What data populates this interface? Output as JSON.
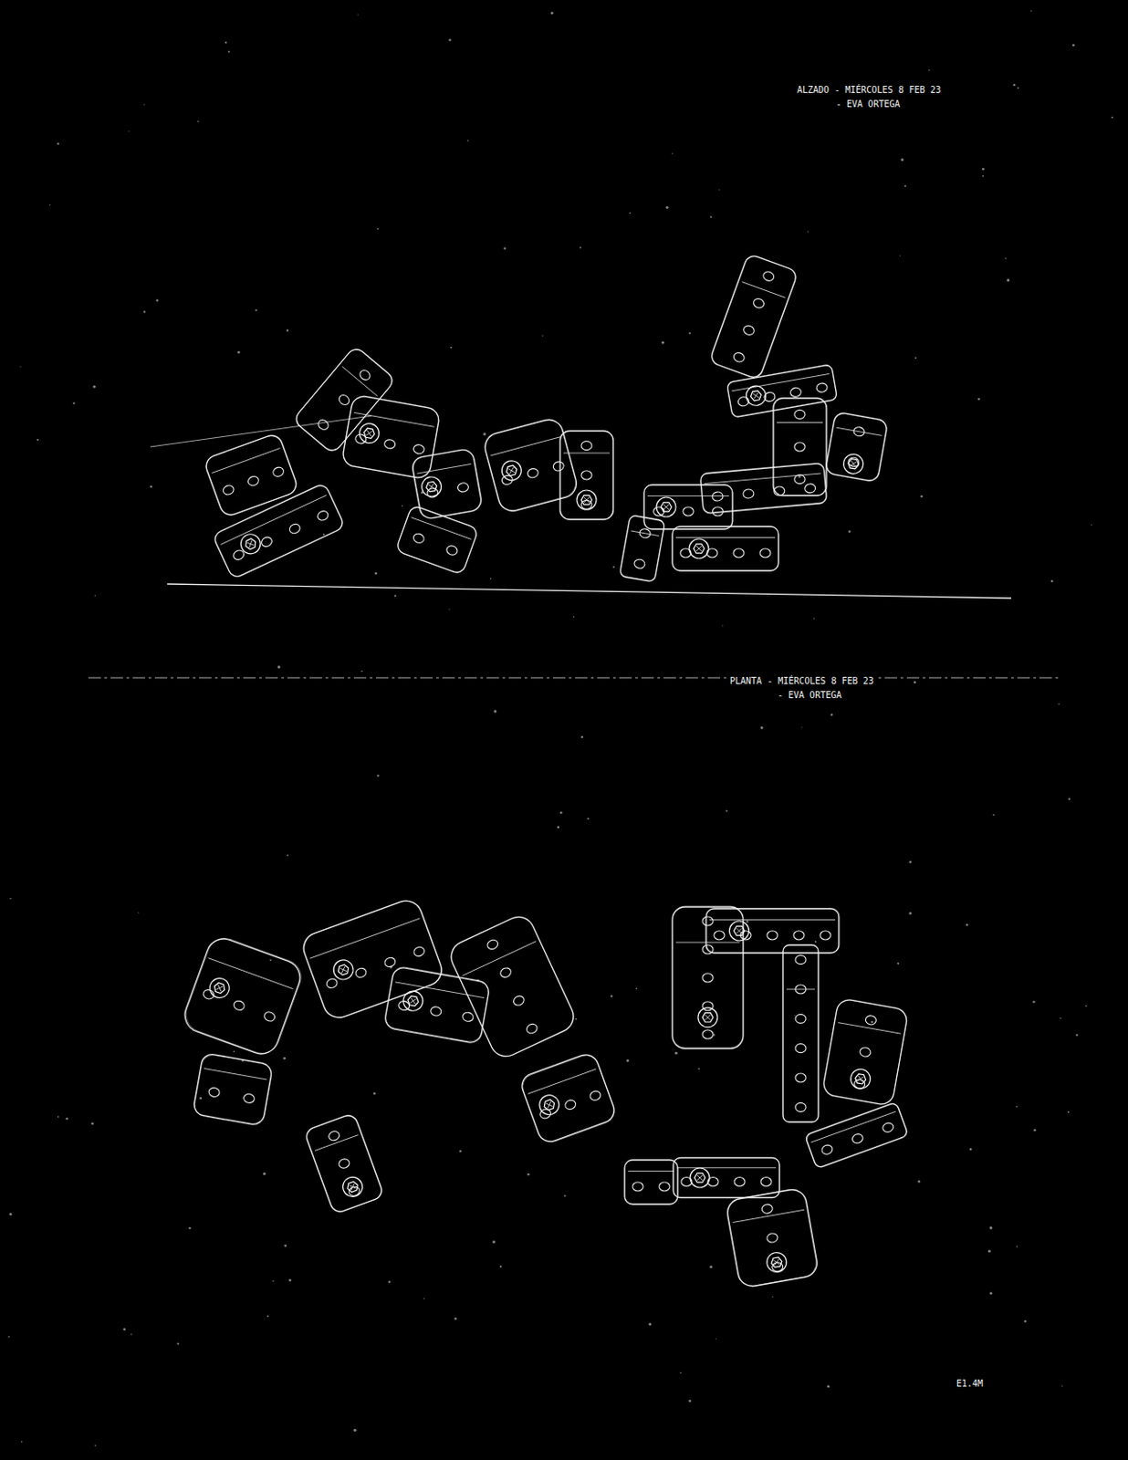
{
  "diagram": {
    "labels": [
      "ALZADO - MIÉRCOLES 8 FEB 23",
      "- EVA ORTEGA",
      "PLANTA - MIÉRCOLES 8 FEB 23",
      "- EVA ORTEGA",
      "E1.4M"
    ]
  }
}
